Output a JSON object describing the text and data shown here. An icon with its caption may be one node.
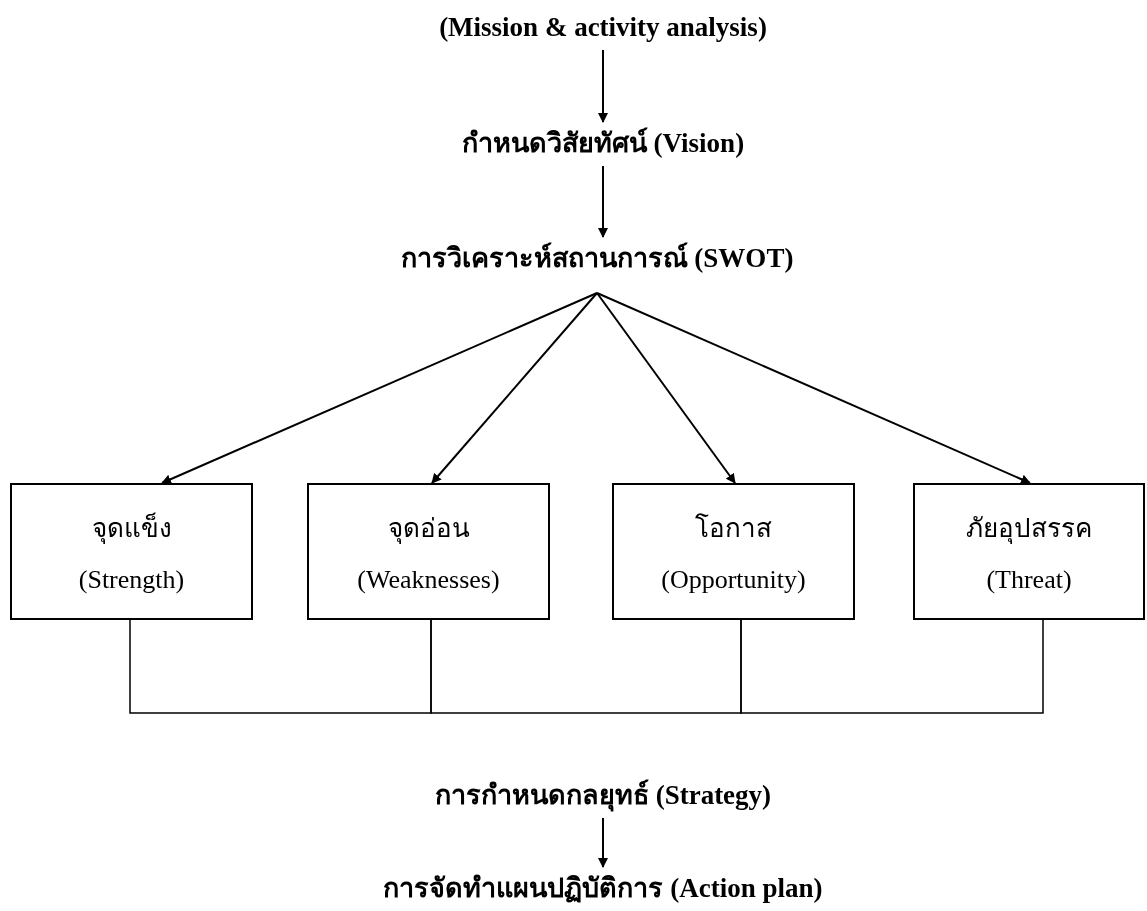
{
  "diagram": {
    "nodes": [
      {
        "text": [
          "(Mission & activity analysis)"
        ]
      },
      {
        "text": [
          "กำหนดวิสัยทัศน์ (Vision)"
        ]
      },
      {
        "text": [
          "การวิเคราะห์สถานการณ์ (SWOT)"
        ]
      },
      {
        "text": [
          "จุดแข็ง",
          "(Strength)"
        ]
      },
      {
        "text": [
          "จุดอ่อน",
          "(Weaknesses)"
        ]
      },
      {
        "text": [
          "โอกาส",
          "(Opportunity)"
        ]
      },
      {
        "text": [
          "ภัยอุปสรรค",
          "(Threat)"
        ]
      },
      {
        "text": [
          "การกำหนดกลยุทธ์ (Strategy)"
        ]
      },
      {
        "text": [
          "การจัดทำแผนปฏิบัติการ (Action plan)"
        ]
      }
    ],
    "edges": [
      {
        "from": 0,
        "to": 1,
        "arrow": "to"
      },
      {
        "from": 1,
        "to": 2,
        "arrow": "to"
      },
      {
        "from": 2,
        "to": 3,
        "arrow": "to"
      },
      {
        "from": 2,
        "to": 4,
        "arrow": "to"
      },
      {
        "from": 2,
        "to": 5,
        "arrow": "to"
      },
      {
        "from": 2,
        "to": 6,
        "arrow": "to"
      },
      {
        "from": 3,
        "to": 4,
        "arrow": "none"
      },
      {
        "from": 4,
        "to": 5,
        "arrow": "none"
      },
      {
        "from": 5,
        "to": 6,
        "arrow": "none"
      },
      {
        "from": 7,
        "to": 8,
        "arrow": "to"
      }
    ]
  }
}
